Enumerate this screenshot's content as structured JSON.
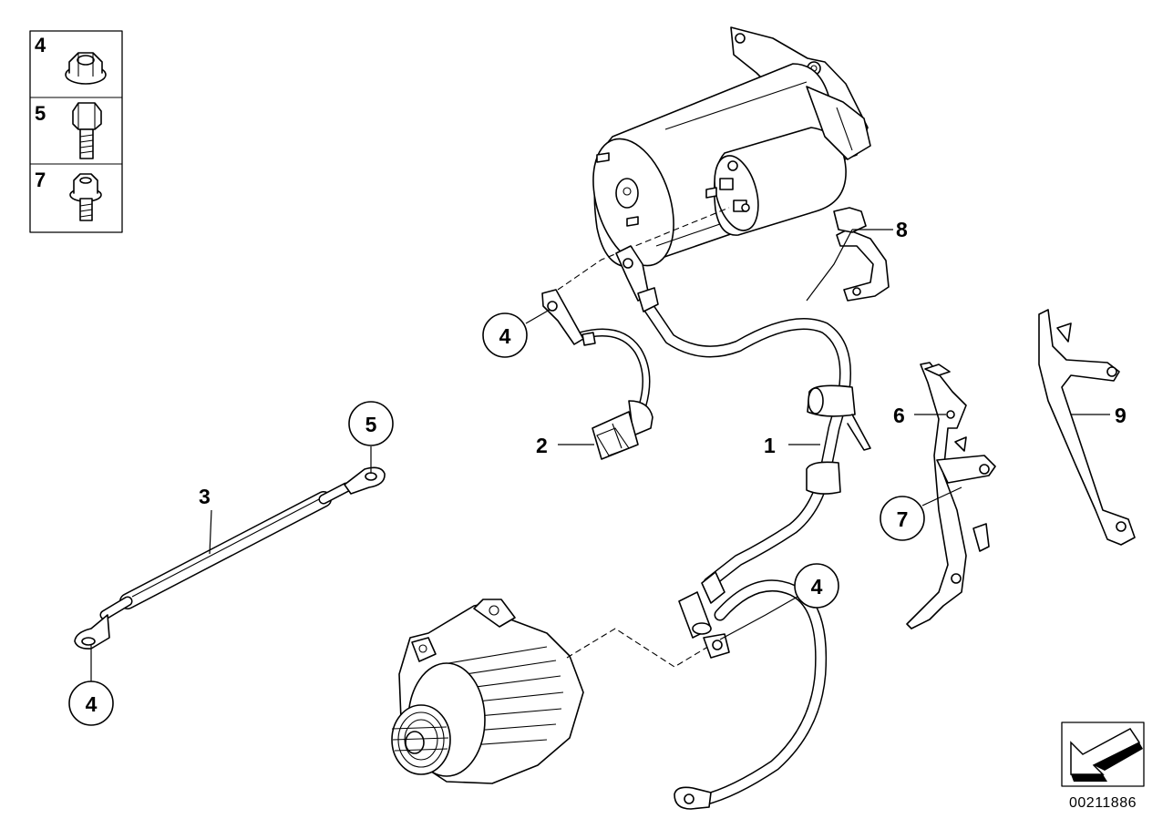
{
  "legend": {
    "items": [
      {
        "number": "4",
        "icon": "flange-nut-icon"
      },
      {
        "number": "5",
        "icon": "hex-bolt-icon"
      },
      {
        "number": "7",
        "icon": "collar-screw-icon"
      }
    ]
  },
  "callouts": {
    "c1": "1",
    "c2": "2",
    "c3": "3",
    "c4_top": "4",
    "c4_alt": "4",
    "c4_bottom": "4",
    "c5": "5",
    "c6": "6",
    "c7": "7",
    "c8": "8",
    "c9": "9"
  },
  "reference": {
    "image_number": "00211886",
    "icon": "direction-arrow-icon"
  }
}
